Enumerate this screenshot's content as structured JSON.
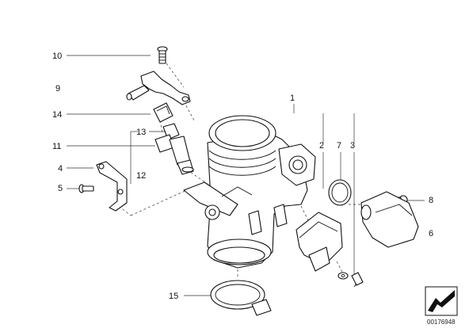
{
  "callouts": {
    "c1": "1",
    "c2": "2",
    "c3": "3",
    "c4": "4",
    "c5": "5",
    "c6": "6",
    "c7": "7",
    "c8": "8",
    "c9": "9",
    "c10": "10",
    "c11": "11",
    "c12": "12",
    "c13": "13",
    "c14": "14",
    "c15": "15"
  },
  "diagram_id": "00176948"
}
